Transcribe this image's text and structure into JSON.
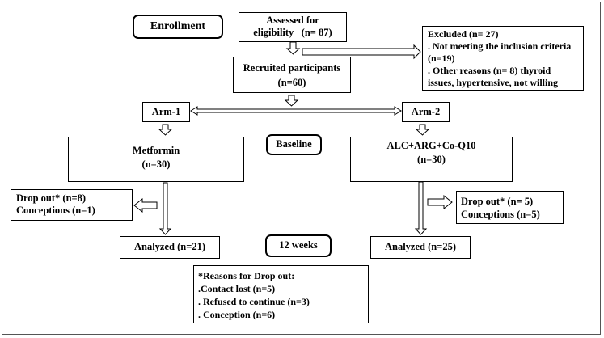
{
  "enrollment": "Enrollment",
  "assessed": {
    "line1": "Assessed for",
    "line2": "eligibility   (n= 87)"
  },
  "excluded": {
    "title": "Excluded (n= 27)",
    "line1": ". Not meeting the inclusion criteria",
    "line2": "(n=19)",
    "line3": ". Other reasons (n= 8) thyroid",
    "line4": "issues, hypertensive, not willing"
  },
  "recruited": {
    "line1": "Recruited participants",
    "line2": "(n=60)"
  },
  "arm1": "Arm-1",
  "arm2": "Arm-2",
  "baseline": "Baseline",
  "metformin": {
    "line1": "Metformin",
    "line2": "(n=30)"
  },
  "alc": {
    "line1": "ALC+ARG+Co-Q10",
    "line2": "(n=30)"
  },
  "dropout_left": {
    "line1": "Drop out* (n=8)",
    "line2": "Conceptions (n=1)"
  },
  "dropout_right": {
    "line1": "Drop out* (n= 5)",
    "line2": "Conceptions (n=5)"
  },
  "analyzed_left": "Analyzed (n=21)",
  "weeks": "12 weeks",
  "analyzed_right": "Analyzed (n=25)",
  "reasons": {
    "title": "*Reasons for Drop out:",
    "line1": ".Contact lost (n=5)",
    "line2": ". Refused to continue (n=3)",
    "line3": ". Conception (n=6)"
  }
}
